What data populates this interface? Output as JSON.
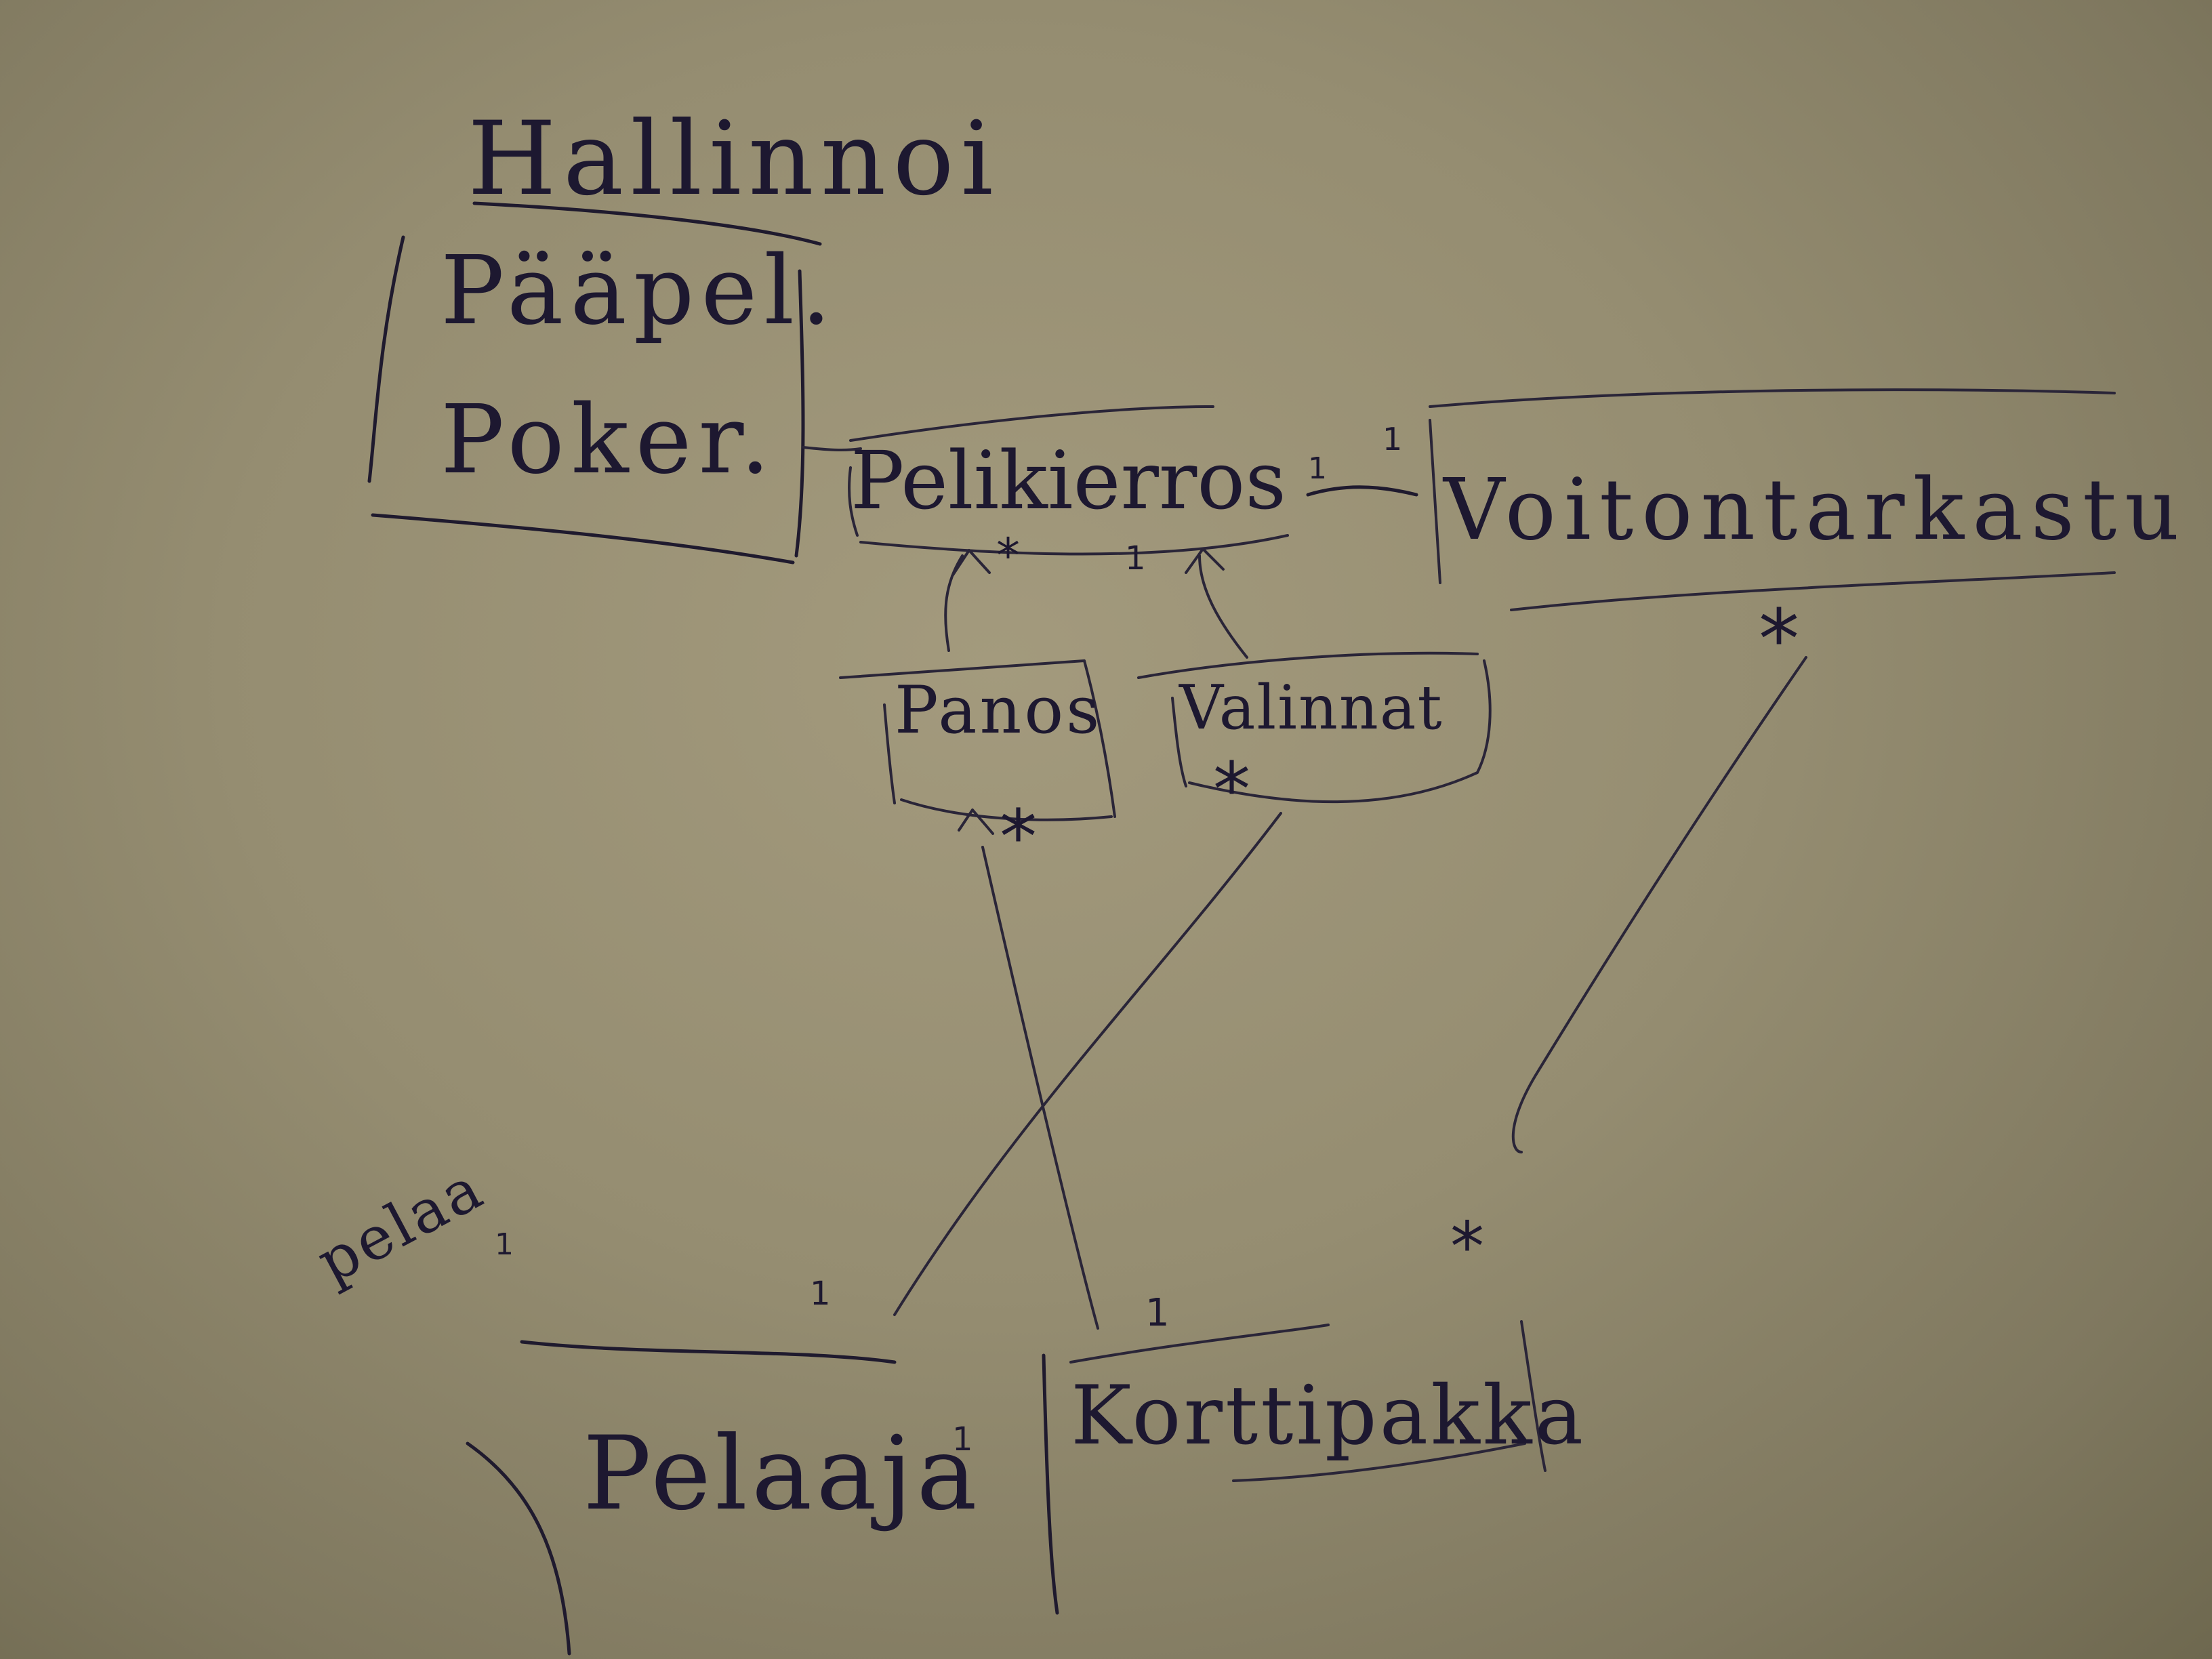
{
  "diagram": {
    "title": "Hallinnoi",
    "boxes": {
      "admin_lines": [
        "Pääpel.",
        "Poker."
      ],
      "pelikierros": "Pelikierros",
      "voitontarkastus": "Voitontarkastu",
      "panos": "Panos",
      "valinnat": "Valinnat",
      "pelaaja": "Pelaaja",
      "korttipakka": "Korttipakka"
    },
    "edge_labels": {
      "pelaa": "pelaa"
    },
    "multiplicities": {
      "pelikierros_to_voitto_left": "1",
      "pelikierros_to_voitto_right": "1",
      "pelikierros_under_left": "*",
      "pelikierros_under_right": "1",
      "voitto_many": "*",
      "panos_many": "*",
      "valinnat_many": "*",
      "pelaaja_top": "1",
      "pelaaja_side": "1",
      "pelaa_end": "1",
      "korttipakka_top": "1",
      "korttipakka_many": "*"
    }
  }
}
